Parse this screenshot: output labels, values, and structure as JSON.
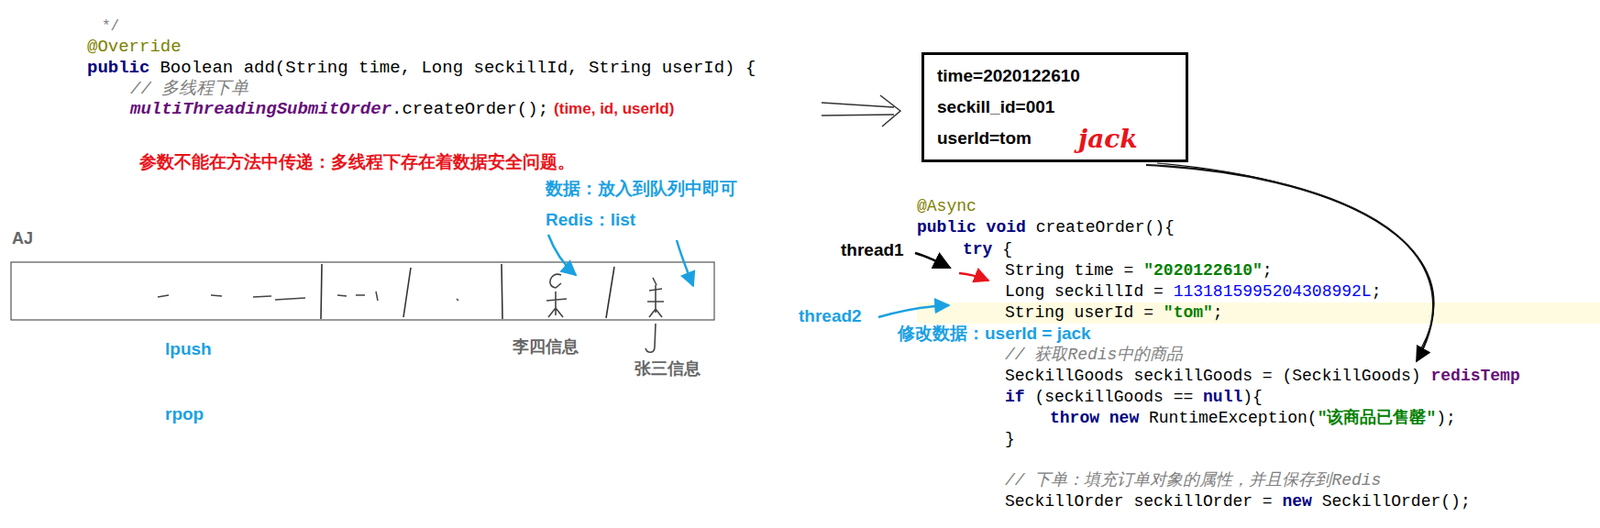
{
  "diagram": {
    "nodes": [
      {
        "text": [
          "time=2020122610",
          "seckill_id=001",
          "userId=tom"
        ]
      }
    ],
    "labels": [
      "*/",
      "@Override",
      "public",
      "Boolean add(String time, Long seckillId, String userId) {",
      "// 多线程下单",
      "multiThreadingSubmitOrder",
      ".createOrder();",
      "(time, id, userId)",
      "参数不能在方法中传递：多线程下存在着数据安全问题。",
      "数据：放入到队列中即可",
      "Redis：list",
      "AJ",
      "lpush",
      "rpop",
      "李四信息",
      "张三信息",
      "@Async",
      "public void",
      "createOrder(){",
      "try",
      "{",
      "String time =",
      "\"2020122610\"",
      ";",
      "Long seckillId =",
      "1131815995204308992L",
      ";",
      "String userId =",
      "\"tom\"",
      ";",
      "// 获取Redis中的商品",
      "SeckillGoods seckillGoods = (SeckillGoods)",
      "redisTemp",
      "if",
      "(seckillGoods ==",
      "null",
      "){",
      "throw new",
      "RuntimeException(",
      "\"该商品已售罄\"",
      ");",
      "}",
      "// 下单：填充订单对象的属性，并且保存到Redis",
      "SeckillOrder seckillOrder =",
      "new",
      "SeckillOrder();",
      "thread1",
      "thread2",
      "修改数据：userId = jack",
      "jack"
    ]
  }
}
